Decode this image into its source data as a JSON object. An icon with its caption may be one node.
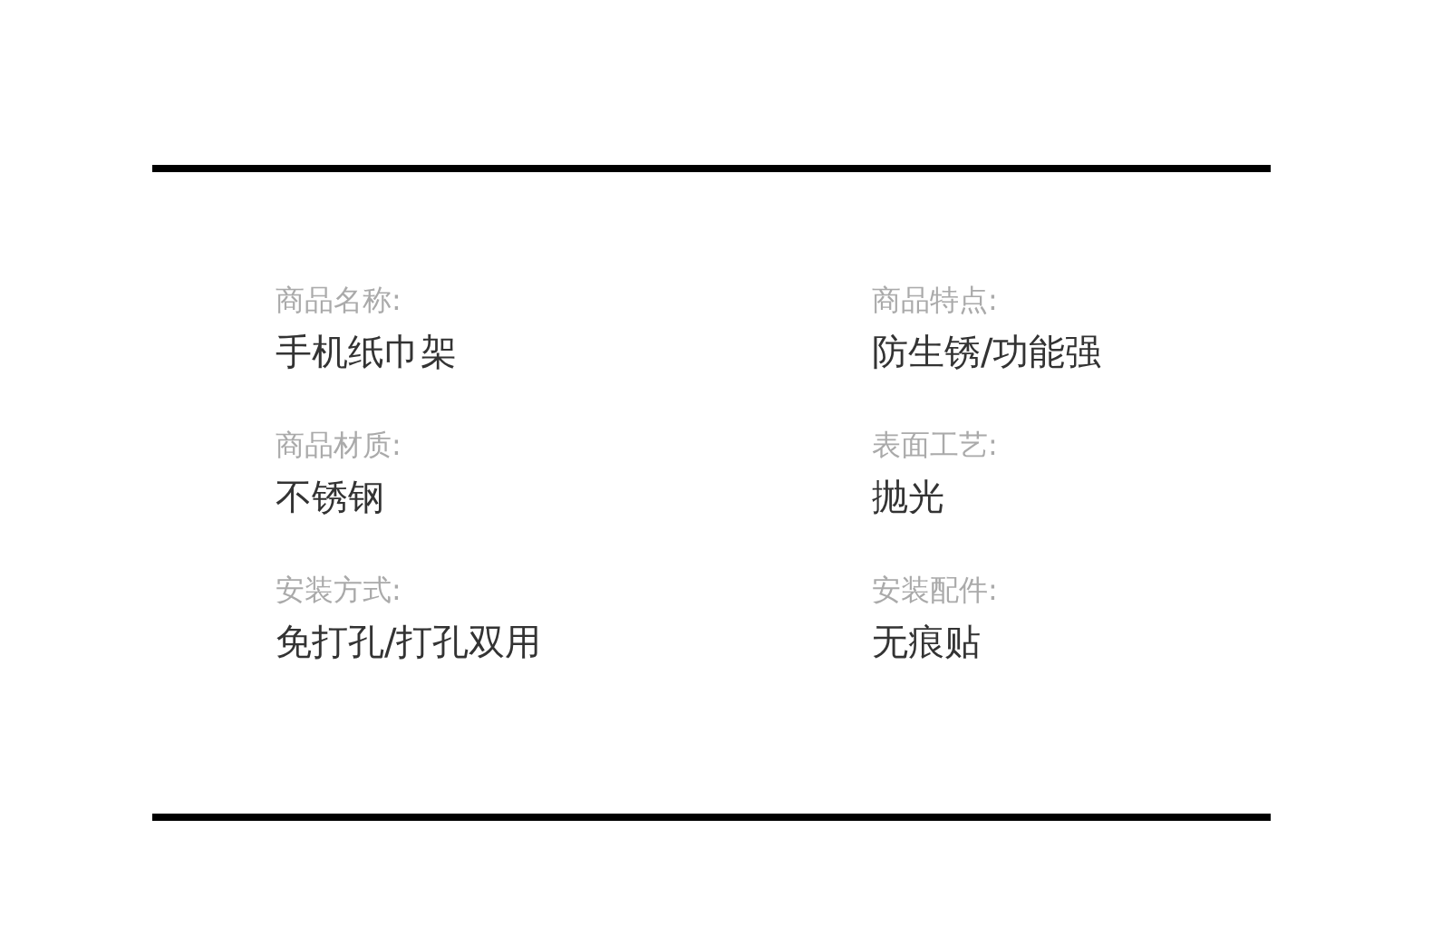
{
  "diagram": {
    "labels": [
      "商品名称:",
      "手机纸巾架",
      "商品特点:",
      "防生锈/功能强",
      "商品材质:",
      "不锈钢",
      "表面工艺:",
      "抛光",
      "安装方式:",
      "免打孔/打孔双用",
      "安装配件:",
      "无痕贴"
    ]
  }
}
